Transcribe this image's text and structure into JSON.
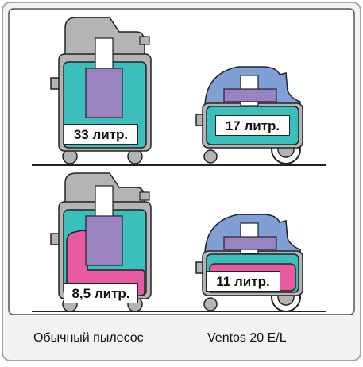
{
  "panels": [
    {
      "name": "regular-top",
      "label": "33 литр."
    },
    {
      "name": "ventos-top",
      "label": "17 литр."
    },
    {
      "name": "regular-bottom",
      "label": "8,5 литр."
    },
    {
      "name": "ventos-bottom",
      "label": "11 литр."
    }
  ],
  "captions": {
    "regular": "Обычный пылесос",
    "ventos": "Ventos 20 E/L"
  },
  "colors": {
    "frame": "#a6a6a6",
    "panel_bg": "#f2f2f2",
    "grey_body": "#b4b4b4",
    "teal": "#3bbfbd",
    "purple": "#9b83c2",
    "pink": "#ea5aa0",
    "blue_top": "#7f9fd6",
    "outline": "#222222"
  }
}
